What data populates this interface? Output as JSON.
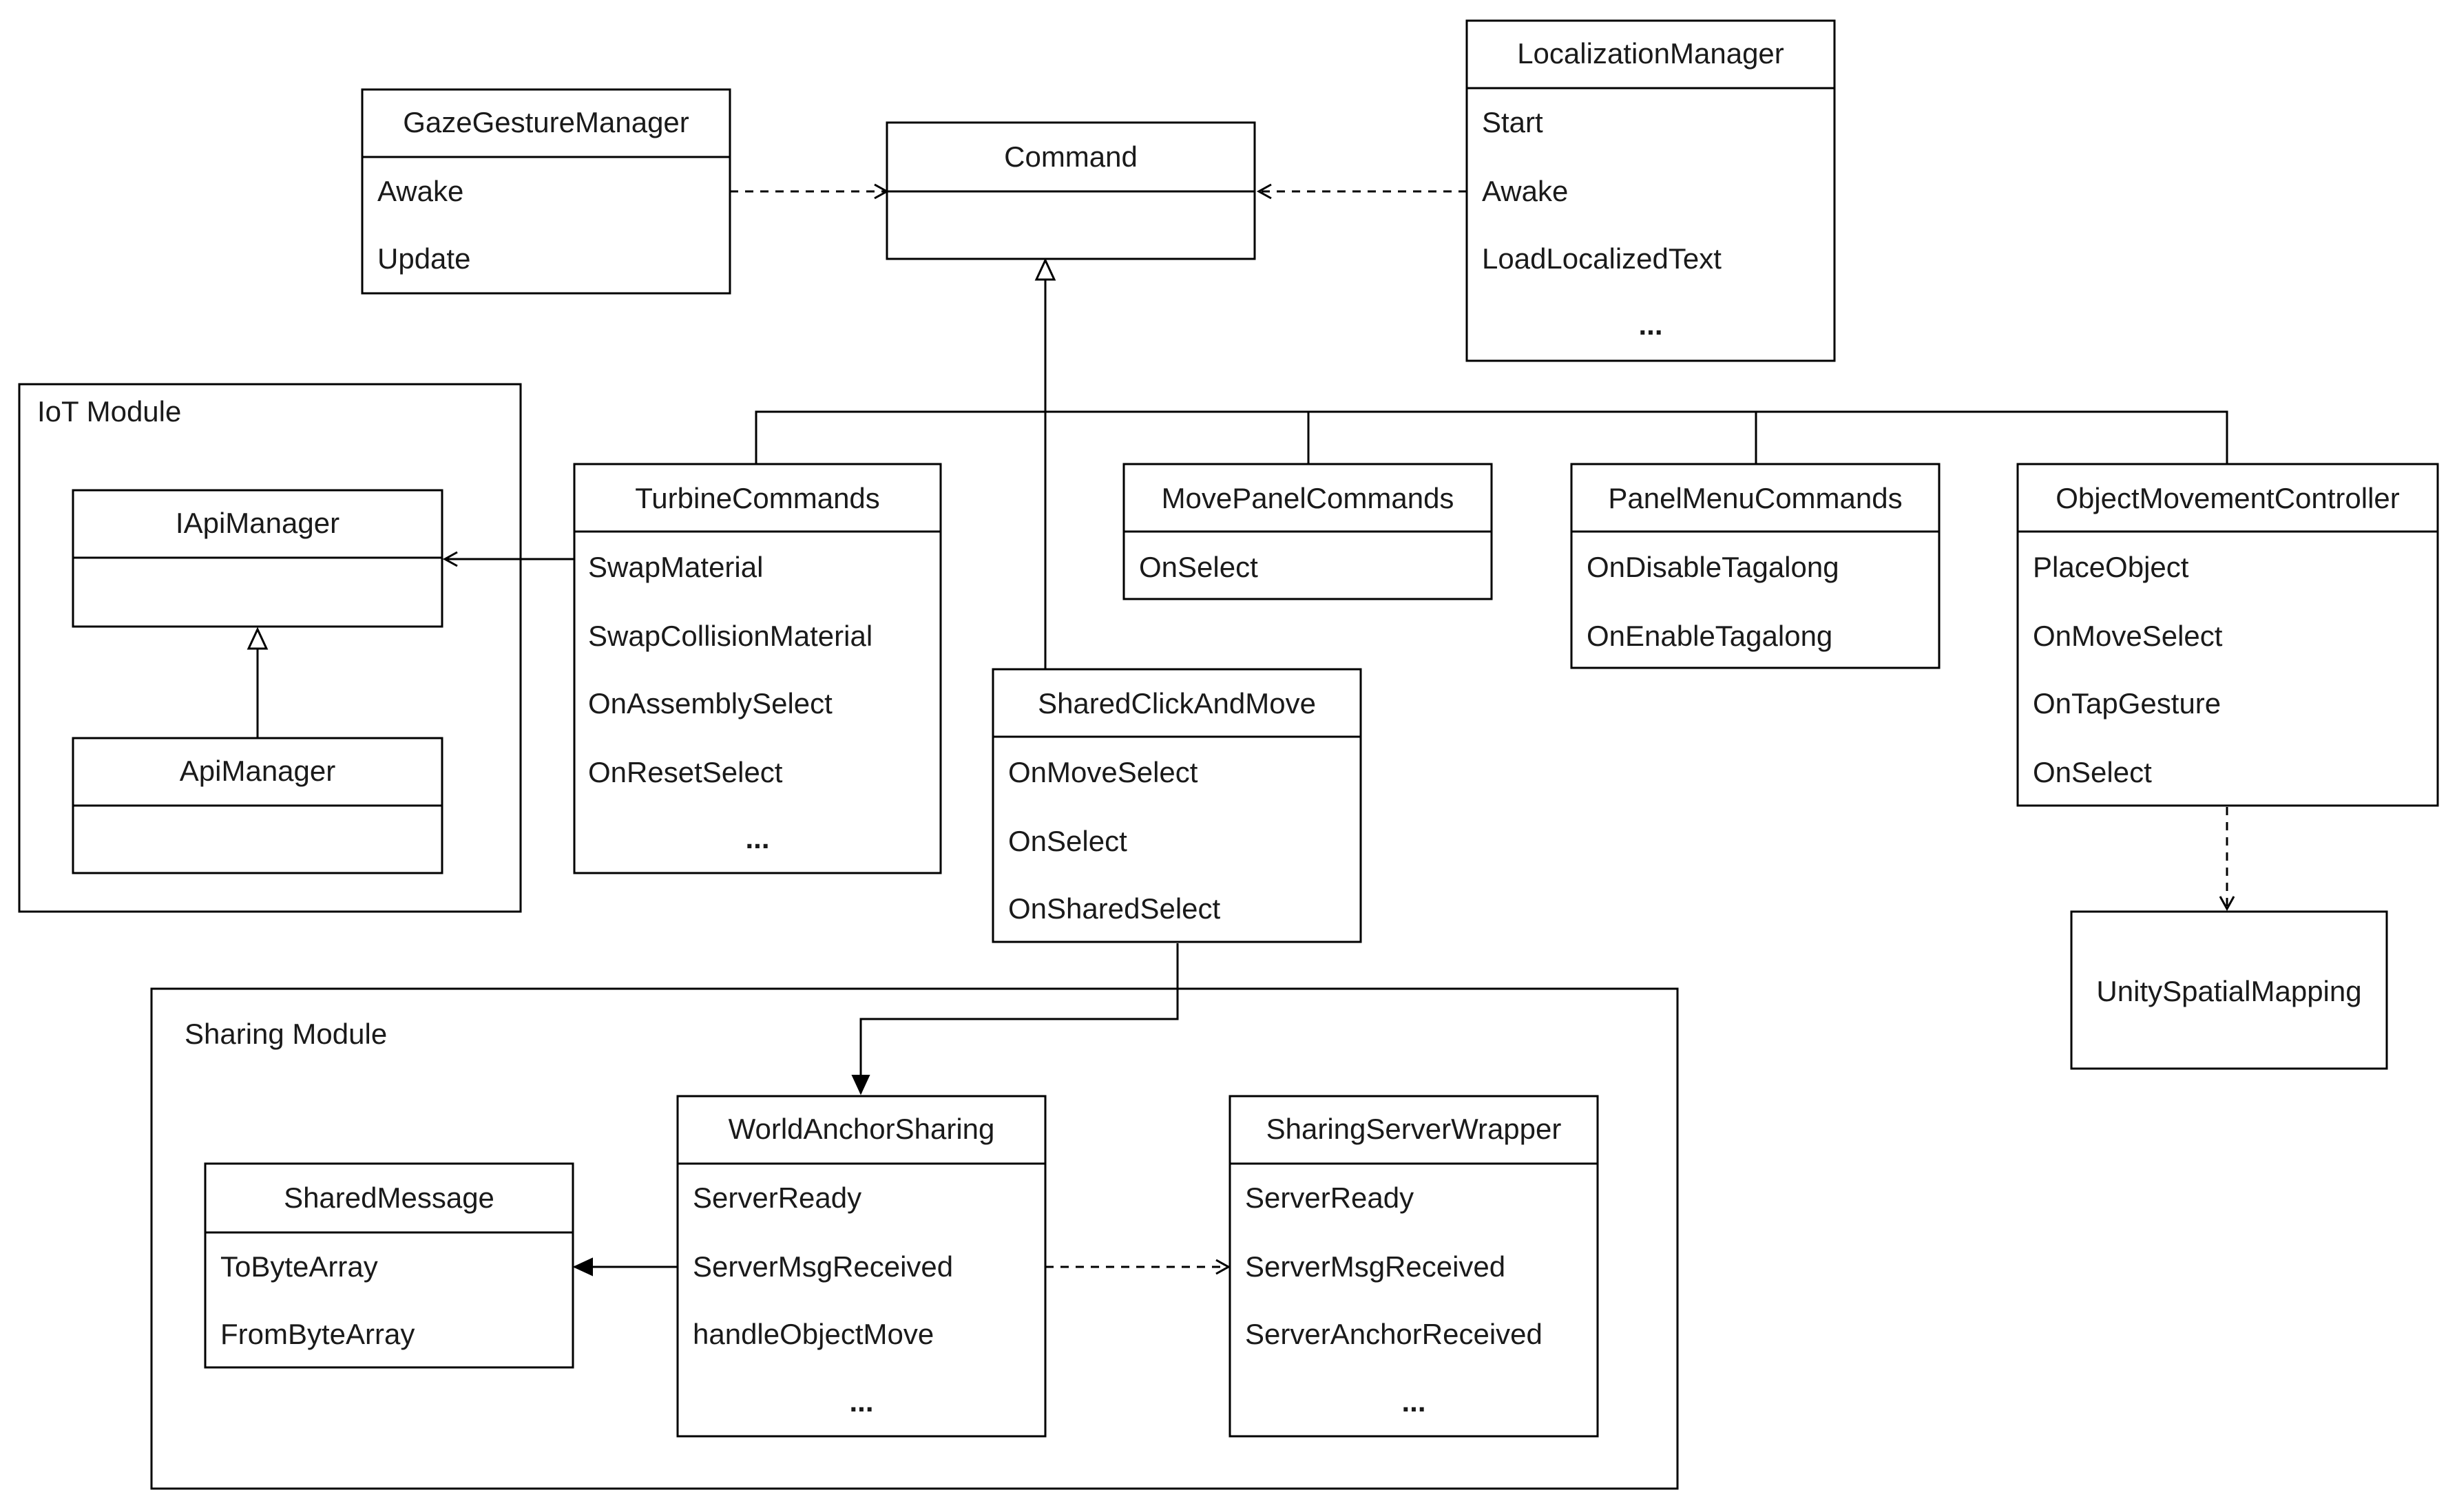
{
  "modules": {
    "iot": "IoT Module",
    "sharing": "Sharing Module"
  },
  "classes": {
    "gaze_gesture_manager": {
      "name": "GazeGestureManager",
      "members": [
        "Awake",
        "Update"
      ]
    },
    "command": {
      "name": "Command",
      "members": []
    },
    "localization_manager": {
      "name": "LocalizationManager",
      "members": [
        "Start",
        "Awake",
        "LoadLocalizedText"
      ],
      "more": "..."
    },
    "iapi_manager": {
      "name": "IApiManager",
      "members": []
    },
    "api_manager": {
      "name": "ApiManager",
      "members": []
    },
    "turbine_commands": {
      "name": "TurbineCommands",
      "members": [
        "SwapMaterial",
        "SwapCollisionMaterial",
        "OnAssemblySelect",
        "OnResetSelect"
      ],
      "more": "..."
    },
    "move_panel_commands": {
      "name": "MovePanelCommands",
      "members": [
        "OnSelect"
      ]
    },
    "panel_menu_commands": {
      "name": "PanelMenuCommands",
      "members": [
        "OnDisableTagalong",
        "OnEnableTagalong"
      ]
    },
    "object_movement_controller": {
      "name": "ObjectMovementController",
      "members": [
        "PlaceObject",
        "OnMoveSelect",
        "OnTapGesture",
        "OnSelect"
      ]
    },
    "shared_click_and_move": {
      "name": "SharedClickAndMove",
      "members": [
        "OnMoveSelect",
        "OnSelect",
        "OnSharedSelect"
      ]
    },
    "unity_spatial_mapping": {
      "name": "UnitySpatialMapping",
      "members": []
    },
    "world_anchor_sharing": {
      "name": "WorldAnchorSharing",
      "members": [
        "ServerReady",
        "ServerMsgReceived",
        "handleObjectMove"
      ],
      "more": "..."
    },
    "shared_message": {
      "name": "SharedMessage",
      "members": [
        "ToByteArray",
        "FromByteArray"
      ]
    },
    "sharing_server_wrapper": {
      "name": "SharingServerWrapper",
      "members": [
        "ServerReady",
        "ServerMsgReceived",
        "ServerAnchorReceived"
      ],
      "more": "..."
    }
  },
  "relations": [
    {
      "from": "GazeGestureManager",
      "to": "Command",
      "kind": "dependency"
    },
    {
      "from": "LocalizationManager",
      "to": "Command",
      "kind": "dependency"
    },
    {
      "from": "TurbineCommands",
      "to": "Command",
      "kind": "inheritance"
    },
    {
      "from": "MovePanelCommands",
      "to": "Command",
      "kind": "inheritance"
    },
    {
      "from": "PanelMenuCommands",
      "to": "Command",
      "kind": "inheritance"
    },
    {
      "from": "ObjectMovementController",
      "to": "Command",
      "kind": "inheritance"
    },
    {
      "from": "SharedClickAndMove",
      "to": "Command",
      "kind": "inheritance"
    },
    {
      "from": "TurbineCommands",
      "to": "IApiManager",
      "kind": "association"
    },
    {
      "from": "ApiManager",
      "to": "IApiManager",
      "kind": "realization"
    },
    {
      "from": "ObjectMovementController",
      "to": "UnitySpatialMapping",
      "kind": "dependency"
    },
    {
      "from": "SharedClickAndMove",
      "to": "WorldAnchorSharing",
      "kind": "association"
    },
    {
      "from": "WorldAnchorSharing",
      "to": "SharedMessage",
      "kind": "association"
    },
    {
      "from": "WorldAnchorSharing",
      "to": "SharingServerWrapper",
      "kind": "dependency"
    }
  ]
}
